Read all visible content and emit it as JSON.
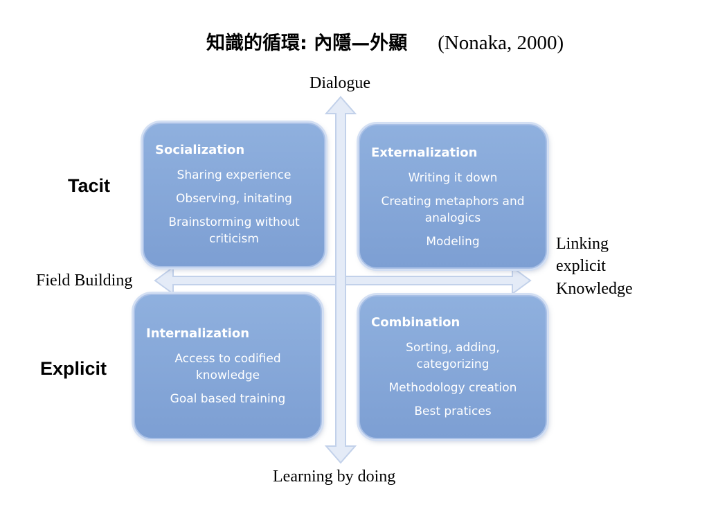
{
  "title": {
    "chinese": "知識的循環: 內隱—外顯",
    "citation": "(Nonaka, 2000)"
  },
  "axes": {
    "top": "Dialogue",
    "bottom": "Learning by doing",
    "left": "Field Building",
    "right": [
      "Linking",
      "explicit",
      "Knowledge"
    ]
  },
  "side_labels": {
    "upper": "Tacit",
    "lower": "Explicit"
  },
  "quadrants": {
    "socialization": {
      "title": "Socialization",
      "items": [
        "Sharing experience",
        "Observing, initating",
        "Brainstorming without criticism"
      ]
    },
    "externalization": {
      "title": "Externalization",
      "items": [
        "Writing it down",
        "Creating metaphors and analogics",
        "Modeling"
      ]
    },
    "internalization": {
      "title": "Internalization",
      "items": [
        "Access to codified knowledge",
        "Goal based  training"
      ]
    },
    "combination": {
      "title": "Combination",
      "items": [
        "Sorting, adding, categorizing",
        "Methodology creation",
        "Best pratices"
      ]
    }
  },
  "colors": {
    "box_fill": "#8aacdc",
    "arrow_fill": "#e4ebf7",
    "arrow_stroke": "#c2d1ea"
  }
}
